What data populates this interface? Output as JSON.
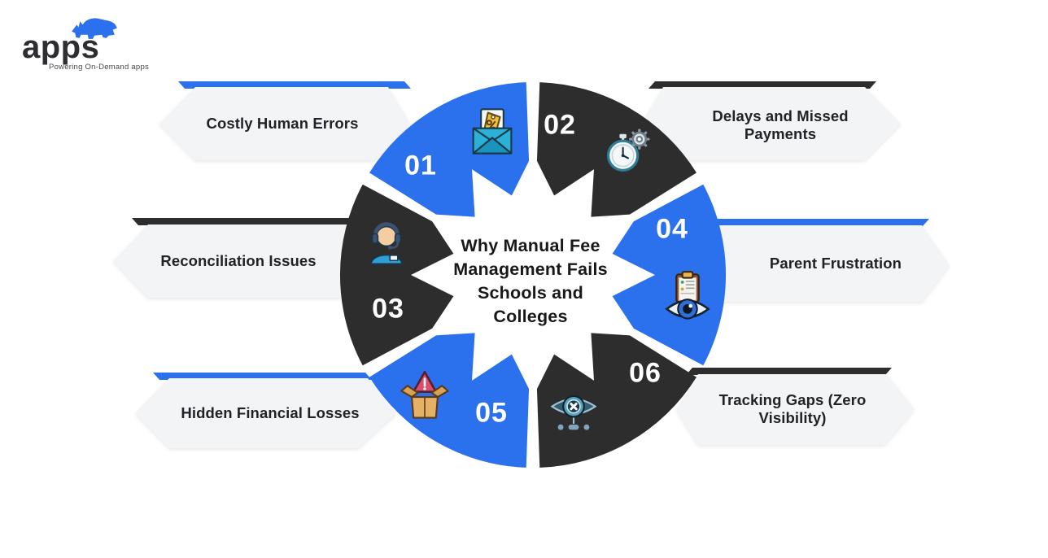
{
  "logo": {
    "name": "apps",
    "tagline": "Powering On-Demand apps"
  },
  "title": "Why Manual Fee Management Fails Schools and Colleges",
  "theme": {
    "blue": "#2b71ee",
    "dark": "#2d2d2d",
    "banner_bg": "#f3f4f6",
    "text_dark": "#1f2226",
    "white": "#ffffff"
  },
  "segments": [
    {
      "number": "01",
      "label": "Costly Human Errors",
      "color": "blue",
      "icon": "envelope-discount-icon",
      "side": "left"
    },
    {
      "number": "02",
      "label": "Delays and Missed Payments",
      "color": "dark",
      "icon": "stopwatch-gear-icon",
      "side": "right"
    },
    {
      "number": "03",
      "label": "Reconciliation Issues",
      "color": "dark",
      "icon": "support-agent-icon",
      "side": "left"
    },
    {
      "number": "04",
      "label": "Parent Frustration",
      "color": "blue",
      "icon": "clipboard-eye-icon",
      "side": "right"
    },
    {
      "number": "05",
      "label": "Hidden Financial Losses",
      "color": "blue",
      "icon": "box-warning-icon",
      "side": "left"
    },
    {
      "number": "06",
      "label": "Tracking Gaps (Zero Visibility)",
      "color": "dark",
      "icon": "eye-hidden-icon",
      "side": "right"
    }
  ]
}
